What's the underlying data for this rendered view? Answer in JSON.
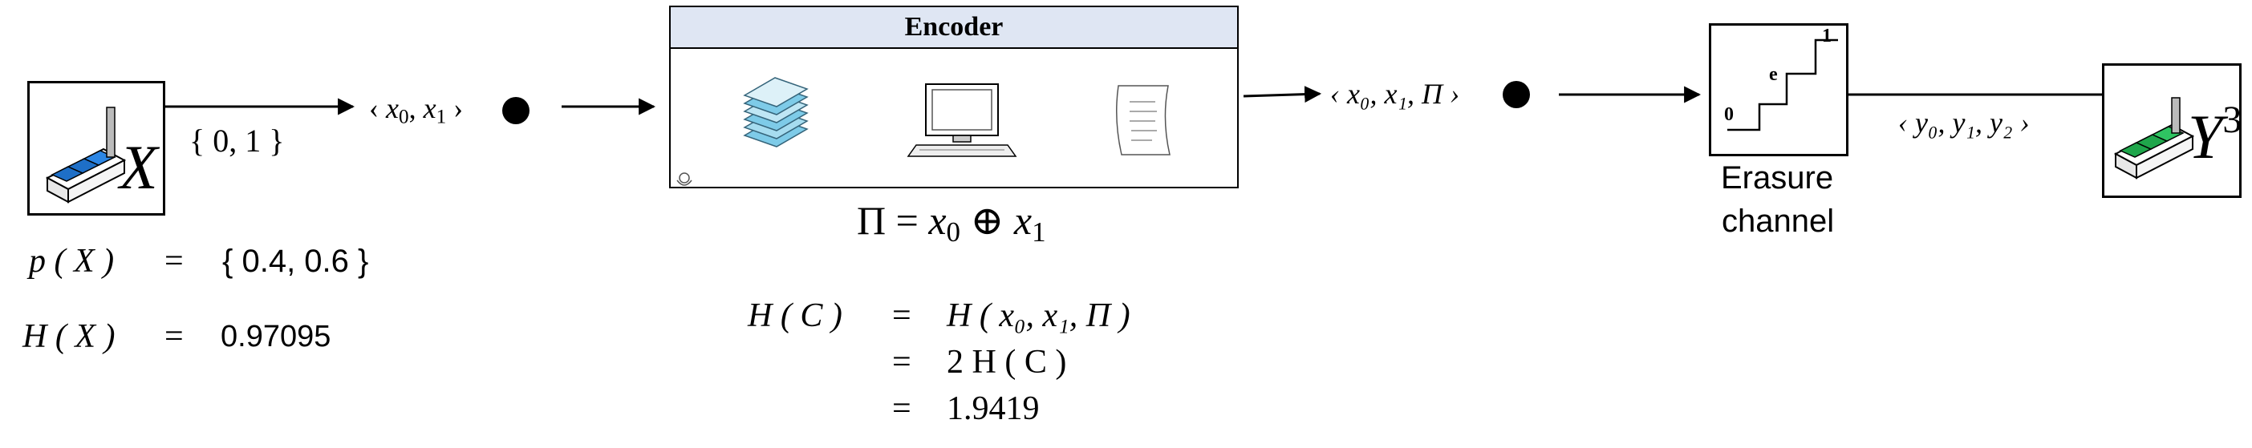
{
  "source": {
    "symbol": "X",
    "alphabet": "{ 0, 1 }",
    "prob_lhs": "p ( X )",
    "prob_rhs": "{ 0.4, 0.6 }",
    "entropy_lhs": "H ( X )",
    "entropy_rhs": "0.97095"
  },
  "eq_sign": "=",
  "tuple_source": {
    "x0": "x",
    "x0_sub": "0",
    "x1": "x",
    "x1_sub": "1"
  },
  "encoder": {
    "title": "Encoder",
    "formula": {
      "pi": "Π",
      "x0": "x",
      "x0_sub": "0",
      "oplus": "⊕",
      "x1": "x",
      "x1_sub": "1"
    },
    "entropy": {
      "lhs": "H ( C )",
      "rhs1": "H ( x₀, x₁, Π )",
      "rhs2": "2 H ( C )",
      "rhs3": "1.9419"
    }
  },
  "tuple_encoded": {
    "text": "x₀, x₁, Π"
  },
  "channel": {
    "label_line1": "Erasure",
    "label_line2": "channel",
    "step_low": "0",
    "step_mid": "e",
    "step_high": "1"
  },
  "tuple_output": {
    "text": "y₀, y₁, y₂"
  },
  "sink": {
    "symbol": "Y",
    "exponent": "3"
  },
  "colors": {
    "source_factory": "#1e6fc7",
    "sink_factory": "#1fa64b",
    "encoder_header": "#dfe6f3",
    "line": "#000000"
  }
}
